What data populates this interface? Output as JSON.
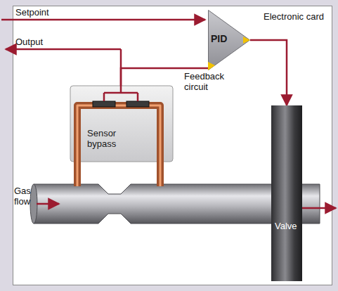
{
  "diagram": {
    "nodes": [
      {
        "text": [
          "Electronic card"
        ]
      },
      {
        "text": [
          "PID"
        ],
        "in": 0
      },
      {
        "text": [
          "Sensor bypass"
        ],
        "in": 0
      },
      {
        "text": [
          "Valve"
        ],
        "in": 0
      }
    ],
    "edges": [
      {
        "from": 1,
        "to": 3,
        "arrow": "to"
      },
      {
        "from": 2,
        "to": 1,
        "arrow": "none"
      }
    ],
    "labels": [
      "Setpoint",
      "Output",
      "Feedback circuit",
      "Gas flow"
    ]
  }
}
